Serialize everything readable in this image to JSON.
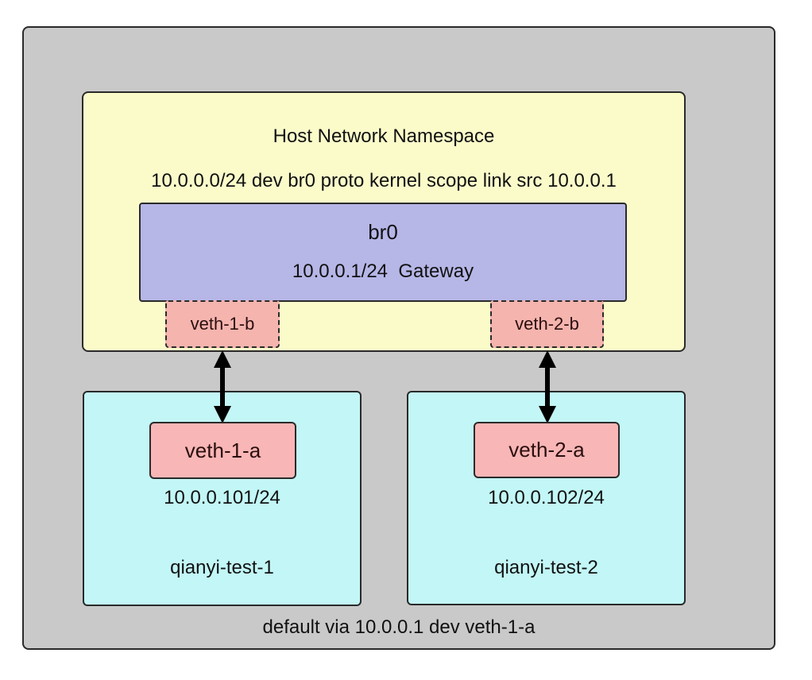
{
  "colors": {
    "background": "#ffffff",
    "outer_fill": "#c9c9c9",
    "host_ns_fill": "#fbfbca",
    "bridge_fill": "#b6b6e7",
    "veth_fill": "#f9b6b6",
    "container_fill": "#c3f6f6",
    "border": "#2a2a2a",
    "arrow": "#000000"
  },
  "host_namespace": {
    "title": "Host Network Namespace",
    "route": "10.0.0.0/24 dev br0 proto kernel scope link src 10.0.0.1",
    "bridge": {
      "name": "br0",
      "address": "10.0.0.1/24  Gateway"
    },
    "ports": [
      {
        "label": "veth-1-b"
      },
      {
        "label": "veth-2-b"
      }
    ]
  },
  "containers": [
    {
      "veth": "veth-1-a",
      "ip": "10.0.0.101/24",
      "name": "qianyi-test-1"
    },
    {
      "veth": "veth-2-a",
      "ip": "10.0.0.102/24",
      "name": "qianyi-test-2"
    }
  ],
  "default_route": "default via 10.0.0.1 dev veth-1-a"
}
